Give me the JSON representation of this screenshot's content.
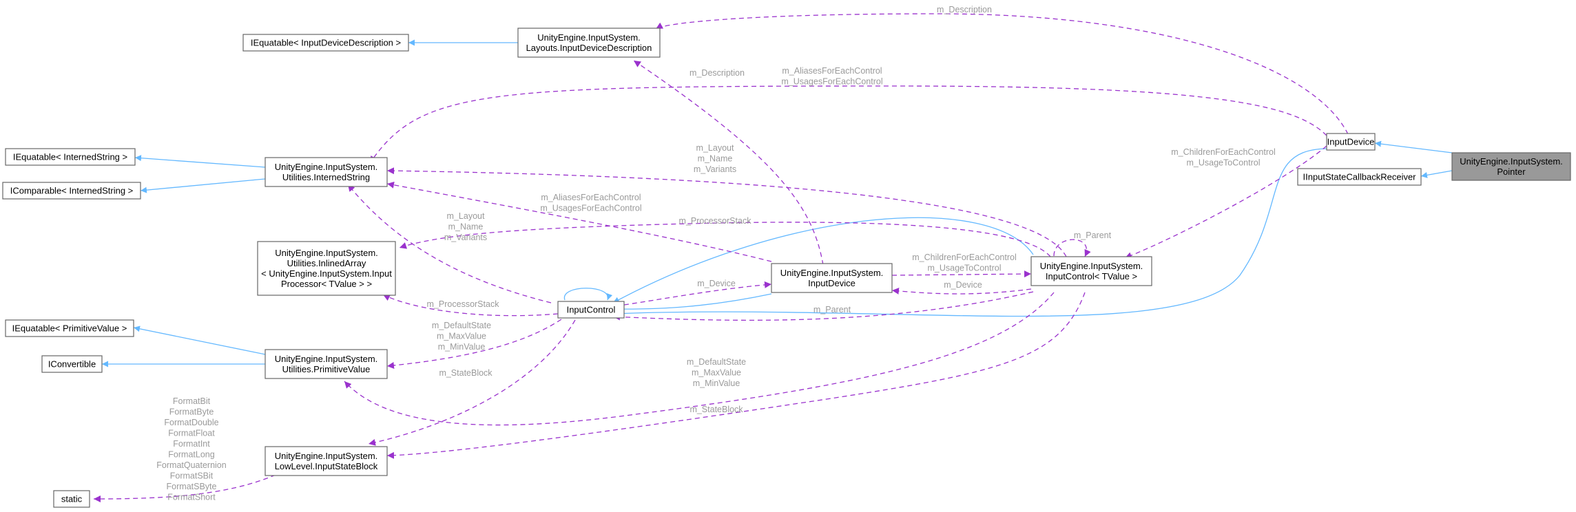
{
  "colors": {
    "inherit": "#63b8ff",
    "use": "#9a32cd",
    "label": "#9a9a9a",
    "highlight": "#999999"
  },
  "nodes": {
    "pointer": [
      "UnityEngine.InputSystem.",
      "Pointer"
    ],
    "input_device": [
      "InputDevice"
    ],
    "iinputstate_cb": [
      "IInputStateCallbackReceiver"
    ],
    "input_device_desc": [
      "UnityEngine.InputSystem.",
      "Layouts.InputDeviceDescription"
    ],
    "iequatable_idd": [
      "IEquatable< InputDeviceDescription >"
    ],
    "interned_string": [
      "UnityEngine.InputSystem.",
      "Utilities.InternedString"
    ],
    "iequatable_is": [
      "IEquatable< InternedString >"
    ],
    "icomparable_is": [
      "IComparable< InternedString >"
    ],
    "inlined_array": [
      "UnityEngine.InputSystem.",
      "Utilities.InlinedArray",
      "< UnityEngine.InputSystem.Input",
      "Processor< TValue > >"
    ],
    "iequatable_pv": [
      "IEquatable< PrimitiveValue >"
    ],
    "iconvertible": [
      "IConvertible"
    ],
    "primitive_value": [
      "UnityEngine.InputSystem.",
      "Utilities.PrimitiveValue"
    ],
    "input_state_block": [
      "UnityEngine.InputSystem.",
      "LowLevel.InputStateBlock"
    ],
    "static_node": [
      "static"
    ],
    "input_control": [
      "InputControl"
    ],
    "input_device_ns": [
      "UnityEngine.InputSystem.",
      "InputDevice"
    ],
    "input_control_tv": [
      "UnityEngine.InputSystem.",
      "InputControl< TValue >"
    ]
  },
  "labels": {
    "l_desc_top": [
      "m_Description"
    ],
    "l_desc_mid": [
      "m_Description"
    ],
    "l_aliases_top": [
      "m_AliasesForEachControl",
      "m_UsagesForEachControl"
    ],
    "l_children_top": [
      "m_ChildrenForEachControl",
      "m_UsageToControl"
    ],
    "l_layout_top": [
      "m_Layout",
      "m_Name",
      "m_Variants"
    ],
    "l_aliases_mid": [
      "m_AliasesForEachControl",
      "m_UsagesForEachControl"
    ],
    "l_procstack_top": [
      "m_ProcessorStack"
    ],
    "l_layout_left": [
      "m_Layout",
      "m_Name",
      "m_Variants"
    ],
    "l_parent_self": [
      "m_Parent"
    ],
    "l_children_mid": [
      "m_ChildrenForEachControl",
      "m_UsageToControl"
    ],
    "l_device_a": [
      "m_Device"
    ],
    "l_device_b": [
      "m_Device"
    ],
    "l_procstack_left": [
      "m_ProcessorStack"
    ],
    "l_parent_bottom": [
      "m_Parent"
    ],
    "l_defstate_left": [
      "m_DefaultState",
      "m_MaxValue",
      "m_MinValue"
    ],
    "l_defstate_right": [
      "m_DefaultState",
      "m_MaxValue",
      "m_MinValue"
    ],
    "l_stateblock_left": [
      "m_StateBlock"
    ],
    "l_stateblock_right": [
      "m_StateBlock"
    ],
    "l_formats": [
      "FormatBit",
      "FormatByte",
      "FormatDouble",
      "FormatFloat",
      "FormatInt",
      "FormatLong",
      "FormatQuaternion",
      "FormatSBit",
      "FormatSByte",
      "FormatShort"
    ]
  }
}
